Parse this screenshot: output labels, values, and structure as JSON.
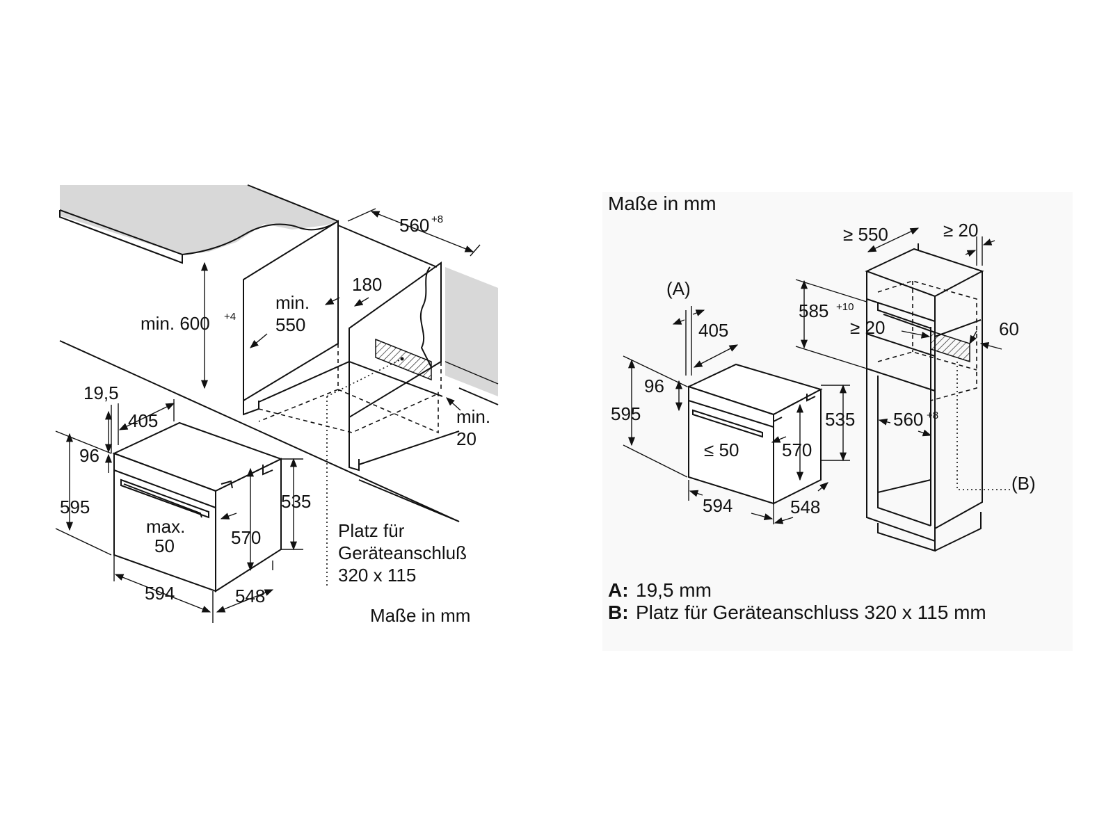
{
  "left": {
    "dims": {
      "d560": "560",
      "d560_sup": "+8",
      "d180": "180",
      "min550_a": "min.",
      "min550_b": "550",
      "min600": "min. 600",
      "min600_sup": "+4",
      "min20_a": "min.",
      "min20_b": "20",
      "d19_5": "19,5",
      "d405": "405",
      "d96": "96",
      "d595": "595",
      "d535": "535",
      "d570": "570",
      "max50_a": "max.",
      "max50_b": "50",
      "d594": "594",
      "d548": "548"
    },
    "note": {
      "line1": "Platz für",
      "line2": "Geräteanschluß",
      "line3": "320 x 115"
    },
    "units": "Maße in mm"
  },
  "right": {
    "units": "Maße in mm",
    "dims": {
      "markerA": "(A)",
      "markerB": "(B)",
      "d405": "405",
      "d96": "96",
      "d595": "595",
      "le50": "≤ 50",
      "d570": "570",
      "d535": "535",
      "d594": "594",
      "d548": "548",
      "ge550": "≥ 550",
      "ge20_top": "≥ 20",
      "d585": "585",
      "d585_sup": "+10",
      "ge20_mid": "≥ 20",
      "d60": "60",
      "d560": "560",
      "d560_sup": "+8"
    },
    "legend": {
      "a_key": "A:",
      "a_text": "19,5 mm",
      "b_key": "B:",
      "b_text": "Platz für Geräteanschluss 320 x 115 mm"
    }
  }
}
